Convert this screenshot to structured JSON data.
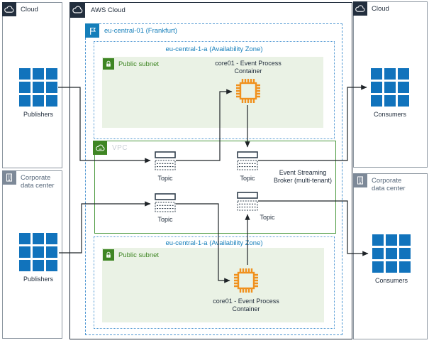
{
  "groups": {
    "cloud_left": {
      "label": "Cloud"
    },
    "corp_left": {
      "label": "Corporate data center"
    },
    "aws_cloud": {
      "label": "AWS Cloud"
    },
    "region": {
      "label": "eu-central-01 (Frankfurt)"
    },
    "az_top": {
      "label": "eu-central-1-a (Availability Zone)"
    },
    "subnet_top": {
      "label": "Public subnet"
    },
    "vpc": {
      "label": "VPC"
    },
    "az_bottom": {
      "label": "eu-central-1-a (Availability Zone)"
    },
    "subnet_bottom": {
      "label": "Public subnet"
    },
    "cloud_right": {
      "label": "Cloud"
    },
    "corp_right": {
      "label": "Corporate data center"
    }
  },
  "nodes": {
    "publishers_top": {
      "label": "Publishers"
    },
    "publishers_bottom": {
      "label": "Publishers"
    },
    "consumers_top": {
      "label": "Consumers"
    },
    "consumers_bottom": {
      "label": "Consumers"
    },
    "process_top": {
      "label": "core01 - Event Process Container"
    },
    "process_bottom": {
      "label": "core01 - Event Process Container"
    },
    "topic1": {
      "label": "Topic"
    },
    "topic2": {
      "label": "Topic"
    },
    "topic3": {
      "label": "Topic"
    },
    "topic4": {
      "label": "Topic"
    },
    "broker": {
      "label": "Event Streaming Broker (multi-tenant)"
    }
  },
  "colors": {
    "aws_dark": "#232F3E",
    "region_blue": "#147EBA",
    "dashed_blue": "#4D96D2",
    "subnet_green": "#3F8624",
    "subnet_fill": "#EAF2E5",
    "vpc_border_green": "#4C9A3F",
    "node_blue": "#1173BC",
    "chip_orange": "#F0911E",
    "topic_dark": "#32404E",
    "corp_gray": "#7D8998",
    "box_border_gray": "#8C96A0"
  }
}
